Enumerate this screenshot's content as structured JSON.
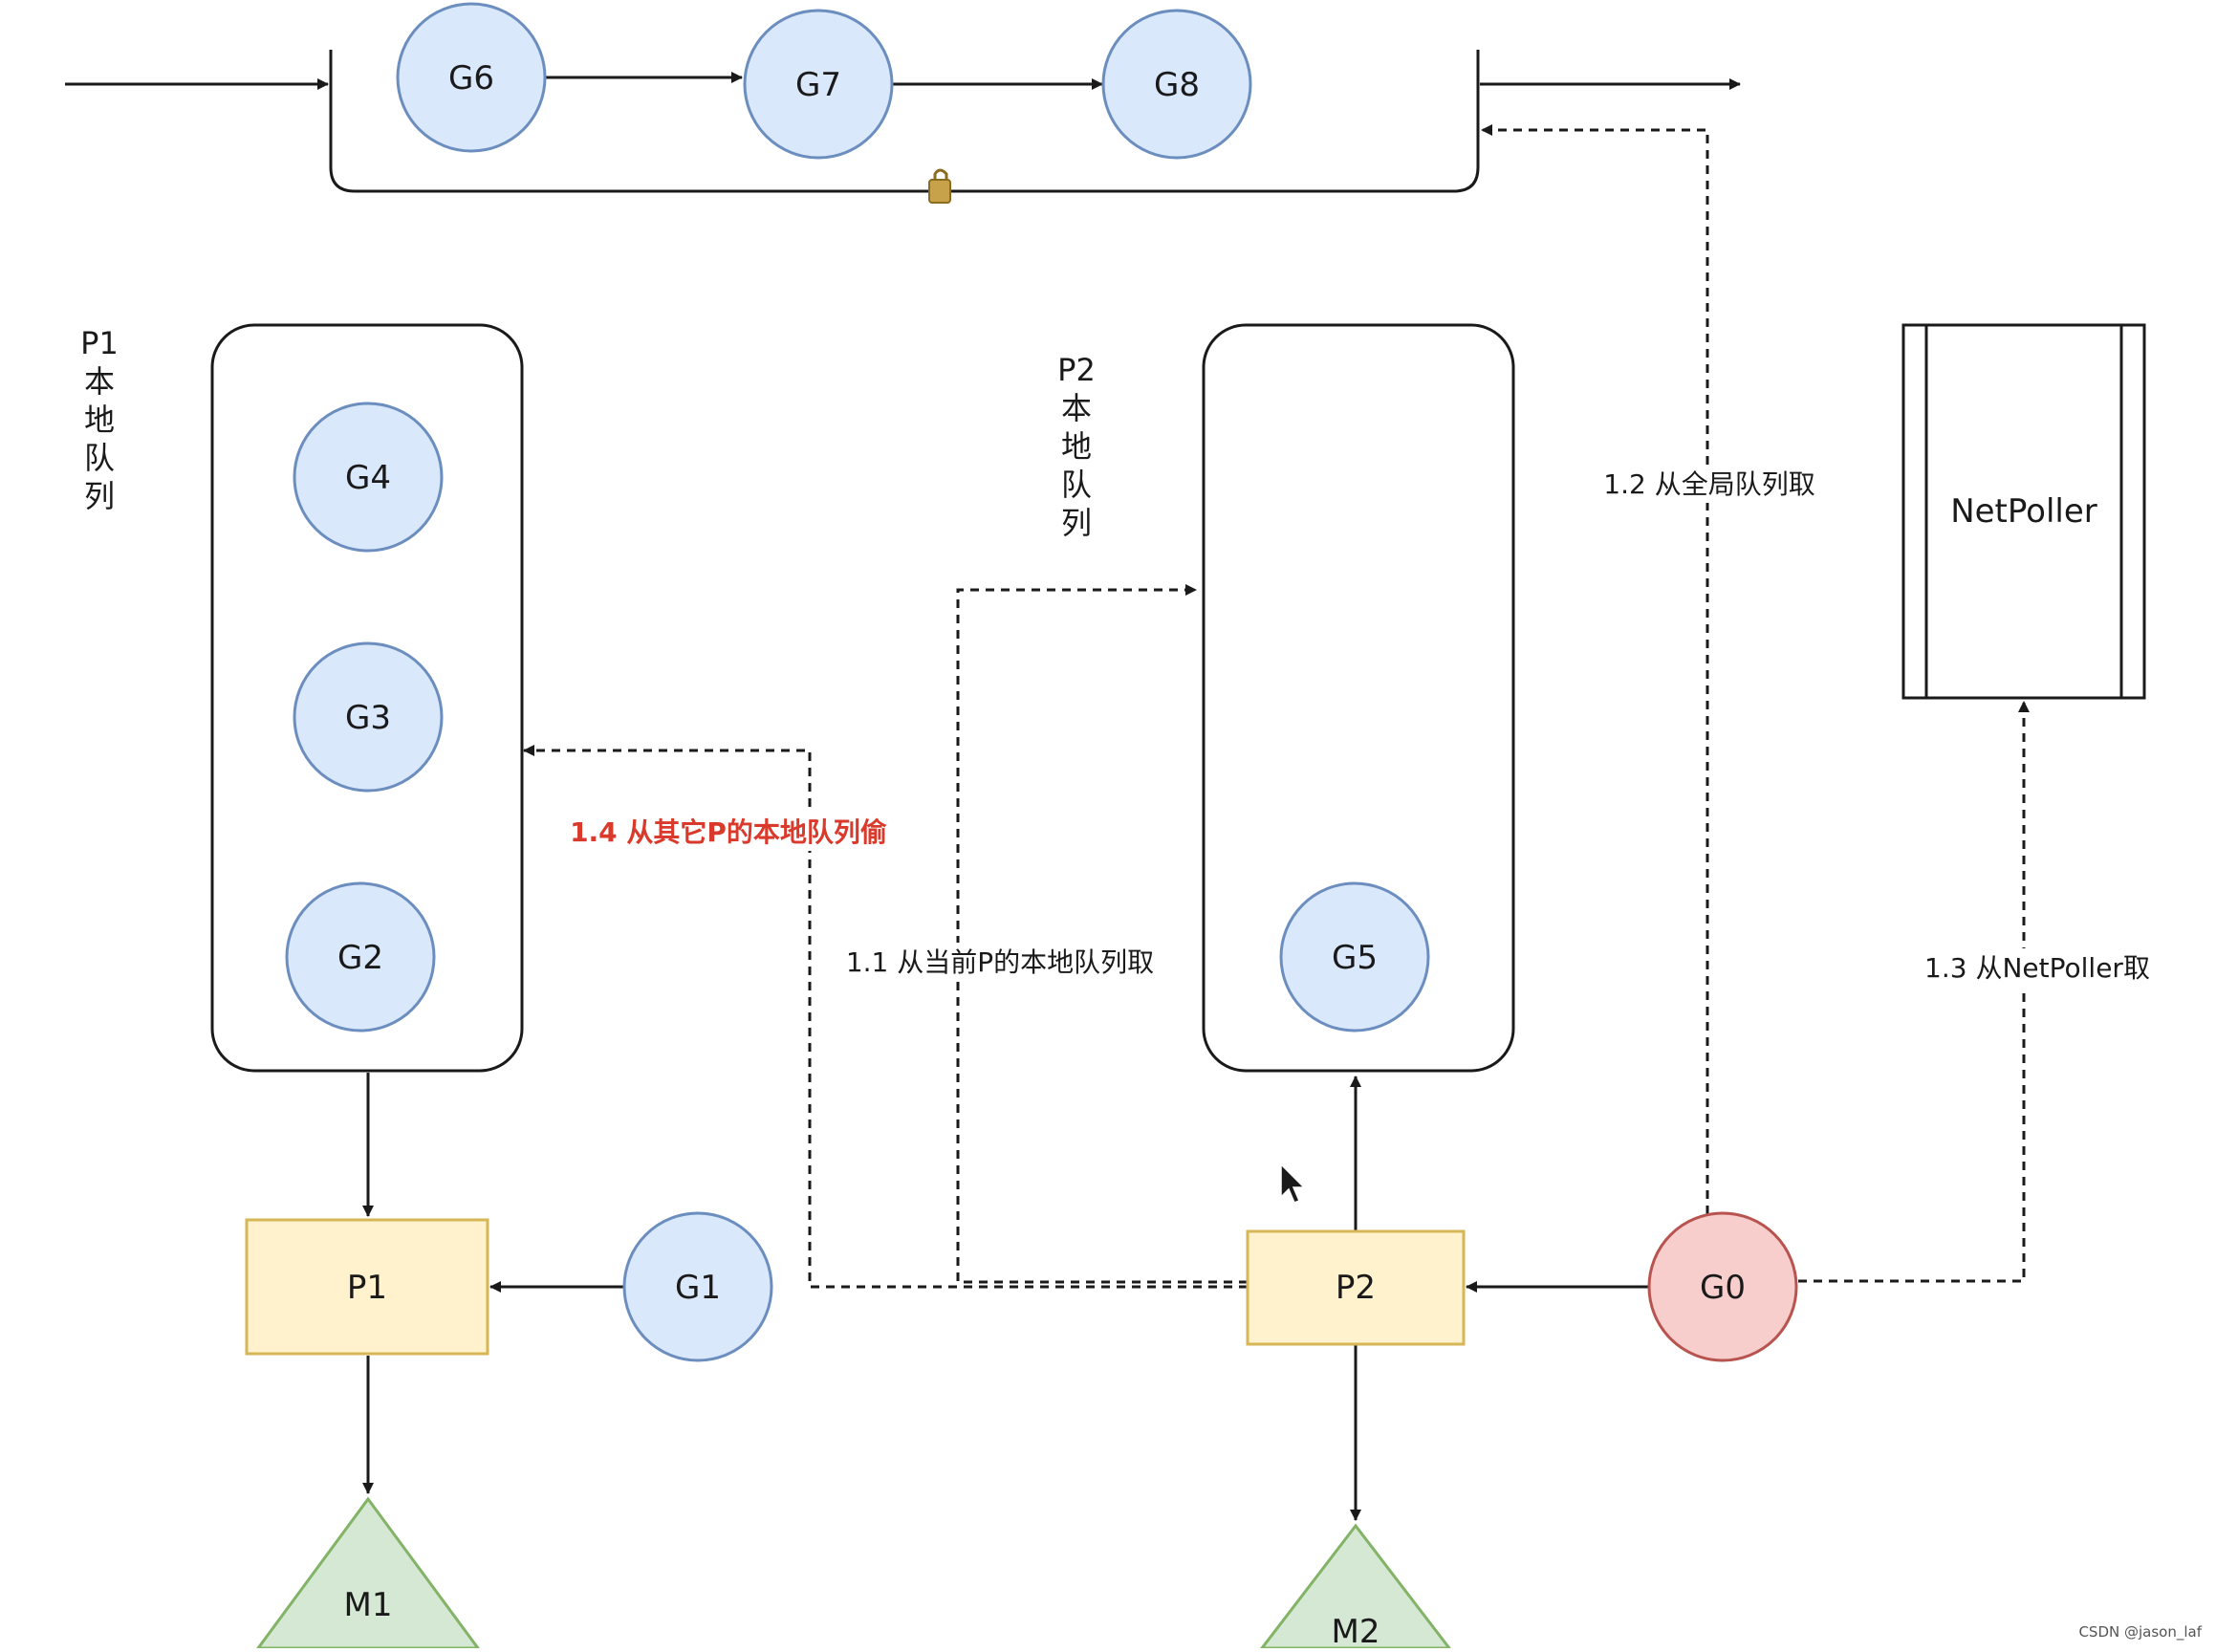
{
  "diagram": {
    "goroutines": {
      "g6": "G6",
      "g7": "G7",
      "g8": "G8",
      "g4": "G4",
      "g3": "G3",
      "g2": "G2",
      "g5": "G5",
      "g1": "G1",
      "g0": "G0"
    },
    "processors": {
      "p1": "P1",
      "p2": "P2"
    },
    "machines": {
      "m1": "M1",
      "m2": "M2"
    },
    "queues": {
      "p1_local_label": [
        "P1",
        "本",
        "地",
        "队",
        "列"
      ],
      "p2_local_label": [
        "P2",
        "本",
        "地",
        "队",
        "列"
      ]
    },
    "netpoller": "NetPoller",
    "steps": {
      "s1_1": "1.1 从当前P的本地队列取",
      "s1_2": "1.2 从全局队列取",
      "s1_3": "1.3 从NetPoller取",
      "s1_4": "1.4 从其它P的本地队列偷"
    },
    "colors": {
      "goroutine": "#dae8fc",
      "goroutine_g0": "#f8cecc",
      "processor": "#fff2cc",
      "machine": "#d5e8d4",
      "highlight_text": "#d93a2b"
    }
  },
  "watermark": "CSDN @jason_laf"
}
